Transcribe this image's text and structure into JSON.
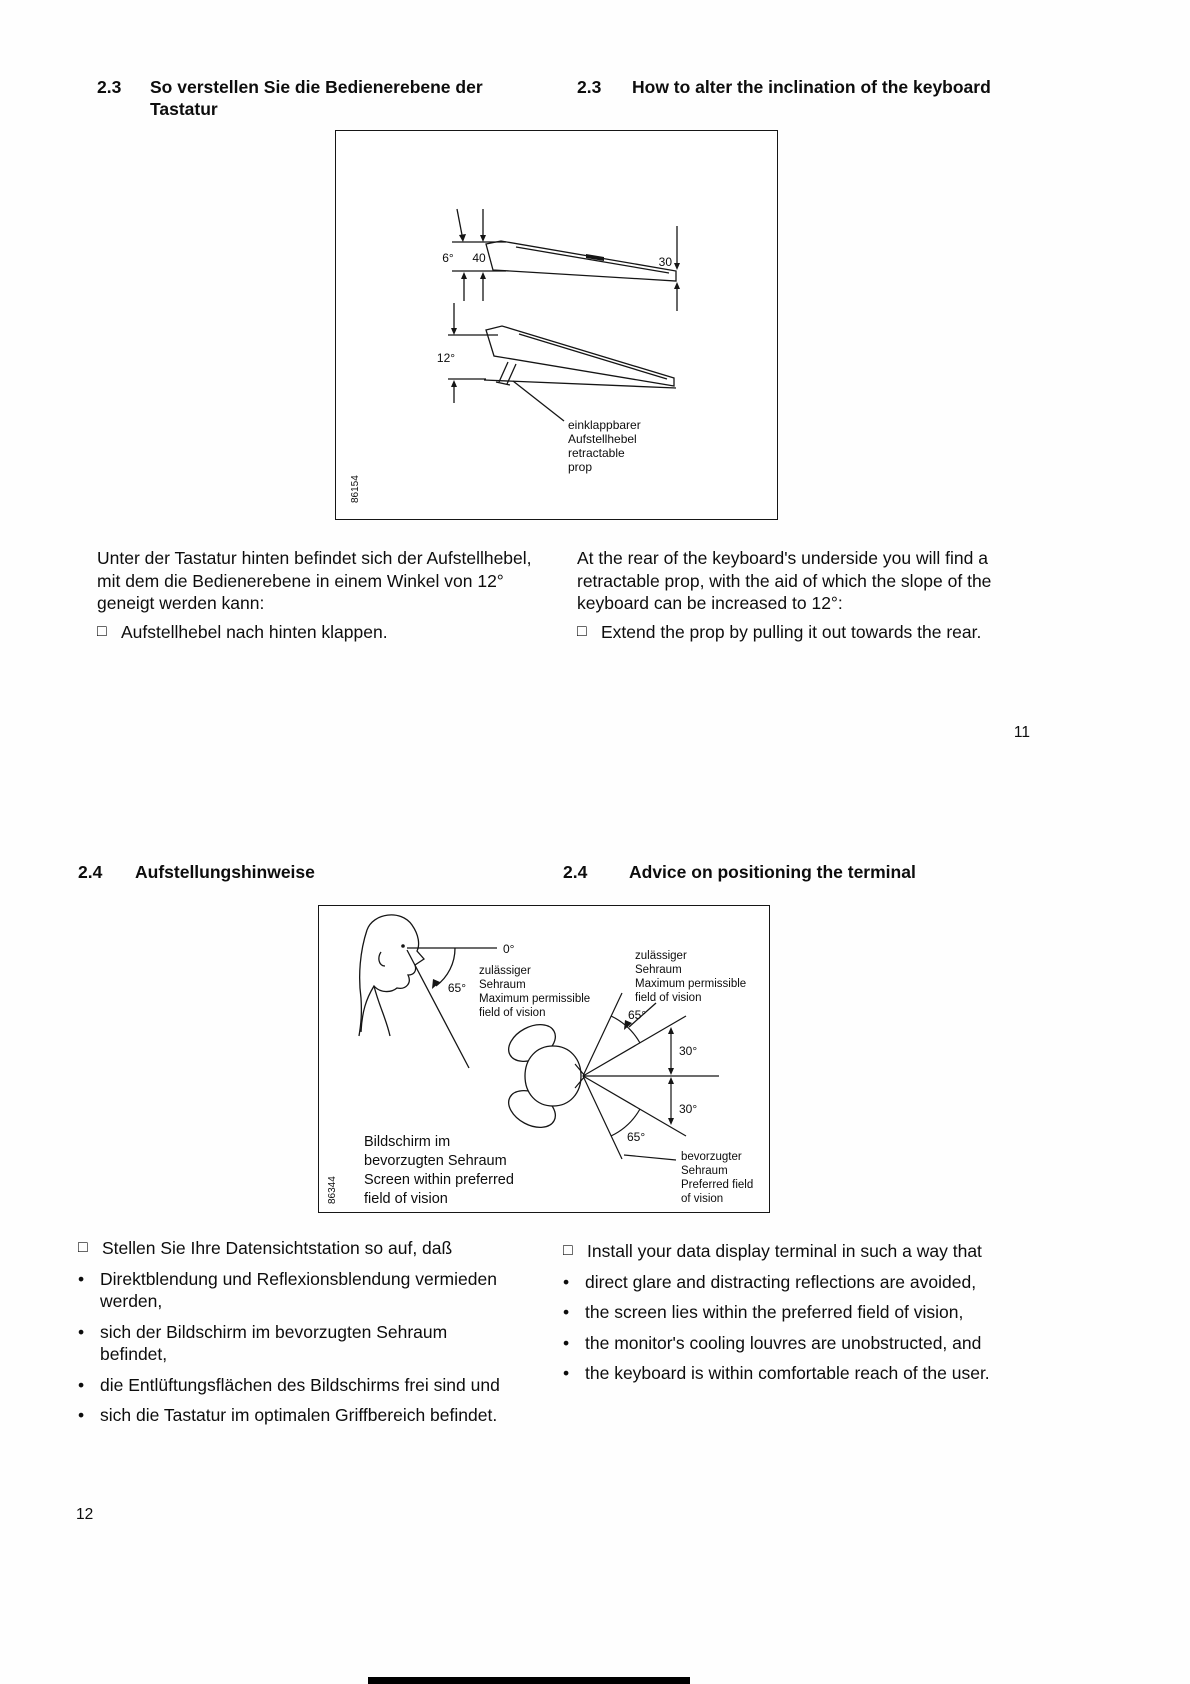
{
  "glyphs": {
    "checkbox": "□",
    "bullet": "•"
  },
  "page": {
    "page_number_right": "11",
    "page_number_left": "12"
  },
  "sec23": {
    "number": "2.3",
    "title_de": "So verstellen Sie die Bedienerebene der Tastatur",
    "title_en": "How to alter the inclination of the keyboard",
    "body_de": "Unter der Tastatur hinten befindet sich der Aufstellhebel, mit dem die Bedienerebene in einem Winkel von 12° geneigt werden kann:",
    "checkbox_de": "Aufstellhebel nach hinten klappen.",
    "body_en": "At the rear of the keyboard's underside you will find a retractable prop, with the aid of which the slope of the keyboard can be increased to 12°:",
    "checkbox_en": "Extend the prop by pulling it out towards the rear."
  },
  "fig1": {
    "figure_number": "86154",
    "angle_slope": "6°",
    "height_rear": "40",
    "height_front": "30",
    "angle_tilted": "12°",
    "prop_de_line1": "einklappbarer",
    "prop_de_line2": "Aufstellhebel",
    "prop_en_line1": "retractable",
    "prop_en_line2": "prop"
  },
  "sec24": {
    "number": "2.4",
    "title_de": "Aufstellungshinweise",
    "title_en": "Advice on positioning the terminal",
    "intro_de": "Stellen Sie Ihre Datensichtstation so auf, daß",
    "bullets_de": [
      "Direktblendung und Reflexionsblendung vermieden werden,",
      "sich der Bildschirm im bevorzugten Sehraum befindet,",
      "die Entlüftungsflächen des Bildschirms frei sind und",
      "sich die Tastatur im optimalen Griffbereich befindet."
    ],
    "intro_en": "Install your data display terminal in such a way that",
    "bullets_en": [
      "direct glare and distracting reflections are avoided,",
      "the screen lies within the preferred field of vision,",
      "the monitor's cooling louvres are unobstructed, and",
      "the keyboard is within comfortable reach of the user."
    ]
  },
  "fig2": {
    "figure_number": "86344",
    "angle_zero": "0°",
    "angle_left_65": "65°",
    "field_left_line1": "zulässiger",
    "field_left_line2": "Sehraum",
    "field_left_line3": "Maximum permissible",
    "field_left_line4": "field of vision",
    "field_right_line1": "zulässiger",
    "field_right_line2": "Sehraum",
    "field_right_line3": "Maximum permissible",
    "field_right_line4": "field of vision",
    "fan_65_top": "65°",
    "fan_30_top": "30°",
    "fan_30_bottom": "30°",
    "fan_65_bottom": "65°",
    "screen_line1": "Bildschirm im",
    "screen_line2": "bevorzugten Sehraum",
    "screen_line3": "Screen within preferred",
    "screen_line4": "field of vision",
    "preferred_line1": "bevorzugter",
    "preferred_line2": "Sehraum",
    "preferred_line3": "Preferred field",
    "preferred_line4": "of vision"
  }
}
